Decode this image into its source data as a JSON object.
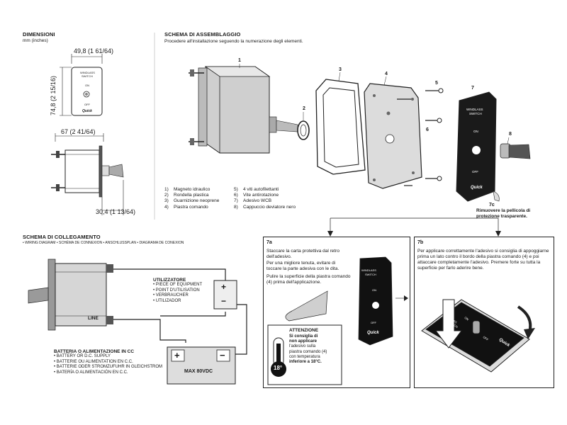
{
  "dimensions": {
    "title": "DIMENSIONI",
    "units": "mm (inches)",
    "width_top": "49,8 (1 61/64)",
    "height_left": "74,8 (2 15/16)",
    "depth": "67 (2 41/64)",
    "small_depth": "30,4 (1 13/64)",
    "plate_labels": {
      "top": "WINDLASS",
      "top2": "SWITCH",
      "on": "ON",
      "off": "OFF",
      "brand": "Quick"
    }
  },
  "assembly": {
    "title": "SCHEMA DI ASSEMBLAGGIO",
    "subtitle": "Procedere all'installazione seguendo la numerazione degli elementi.",
    "callouts": [
      "1",
      "2",
      "3",
      "4",
      "5",
      "6",
      "7",
      "8"
    ],
    "callout_7c": "7c",
    "note_7c": "Rimuovere la pellicola di protezione trasparente.",
    "parts_left": [
      {
        "n": "1)",
        "label": "Magneto idraulico"
      },
      {
        "n": "2)",
        "label": "Rondella plastica"
      },
      {
        "n": "3)",
        "label": "Guarnizione neoprene"
      },
      {
        "n": "4)",
        "label": "Piastra comando"
      }
    ],
    "parts_right": [
      {
        "n": "5)",
        "label": "4 viti autofilettanti"
      },
      {
        "n": "6)",
        "label": "Vite antirotazione"
      },
      {
        "n": "7)",
        "label": "Adesivo WCB"
      },
      {
        "n": "8)",
        "label": "Cappuccio deviatore nero"
      }
    ],
    "plate": {
      "top": "WINDLASS",
      "top2": "SWITCH",
      "on": "ON",
      "off": "OFF",
      "brand": "Quick"
    }
  },
  "wiring": {
    "title": "SCHEMA DI COLLEGAMENTO",
    "subtitle": "• WIRING DIAGRAM • SCHÉMA DE CONNEXION • ANSCHLUSSPLAN • DIAGRAMA DE CONEXION",
    "line_label": "LINE",
    "load_title": "UTILIZZATORE",
    "load_items": [
      "PIECE OF EQUIPMENT",
      "POINT D'UTILISATION",
      "VERBRAUCHER",
      "UTILIZADOR"
    ],
    "battery_title": "BATTERIA O ALIMENTAZIONE IN CC",
    "battery_items": [
      "BATTERY OR D.C. SUPPLY",
      "BATTERIE OU ALIMENTATION EN C.C.",
      "BATTERIE ODER STROMZUFUHR IN GLEICHSTROM",
      "BATERÍA O ALIMENTACIÓN EN C.C."
    ],
    "battery_label": "MAX 80VDC",
    "plus": "+",
    "minus": "−"
  },
  "panel_7a": {
    "label": "7a",
    "text1": "Staccare la carta protettiva dal retro dell'adesivo.",
    "text2": "Per una migliore tenuta, evitare di toccare la parte adesiva con le dita.",
    "text3": "Pulire la superficie della piastra comando (4) prima dell'applicazione.",
    "plate": {
      "top": "WINDLASS",
      "top2": "SWITCH",
      "on": "ON",
      "off": "OFF",
      "brand": "Quick"
    },
    "warning": {
      "title": "ATTENZIONE",
      "line1": "Si consiglia di",
      "line2": "non applicare",
      "line3": "l'adesivo sulla",
      "line4": "piastra comando (4)",
      "line5": "con temperatura",
      "line6": "inferiore a 18°C.",
      "temp": "18°"
    }
  },
  "panel_7b": {
    "label": "7b",
    "text": "Per applicare correttamente l'adesivo si consiglia di appoggiarne prima un lato contro il bordo della piastra comando (4) e poi attaccare completamente l'adesivo. Premere forte su tutta la superficie per farlo aderire bene.",
    "plate": {
      "top": "WINDLASS",
      "top2": "SWITCH",
      "on": "ON",
      "off": "OFF",
      "brand": "Quick"
    }
  }
}
